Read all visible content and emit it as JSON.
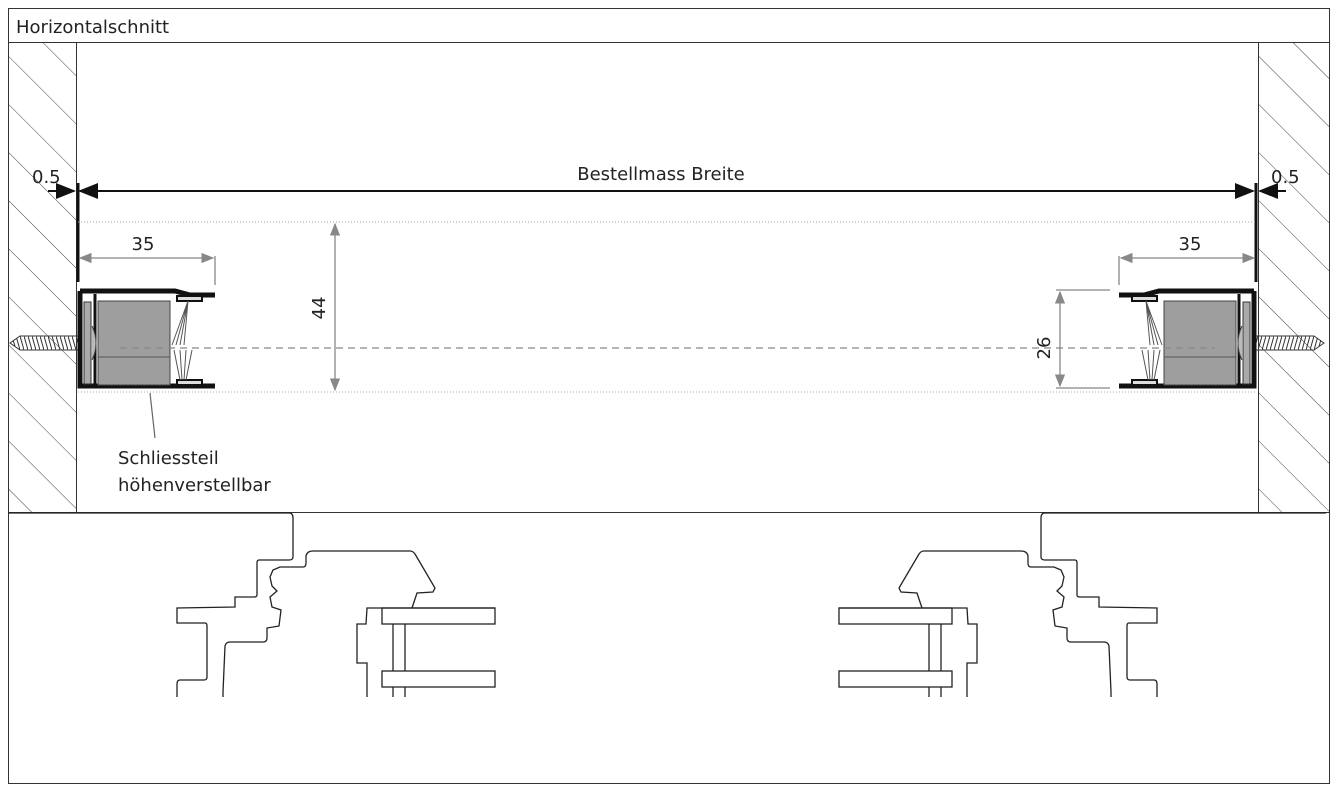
{
  "header": {
    "title": "Horizontalschnitt"
  },
  "dimensions": {
    "gap_left": "0.5",
    "gap_right": "0.5",
    "order_width": "Bestellmass Breite",
    "profile_left": "35",
    "profile_right": "35",
    "height": "44",
    "offset": "26"
  },
  "annotation": {
    "line1": "Schliessteil",
    "line2": "höhenverstellbar"
  },
  "colors": {
    "line": "#1a1a1a",
    "dim": "#888888",
    "block": "#9e9e9e"
  }
}
